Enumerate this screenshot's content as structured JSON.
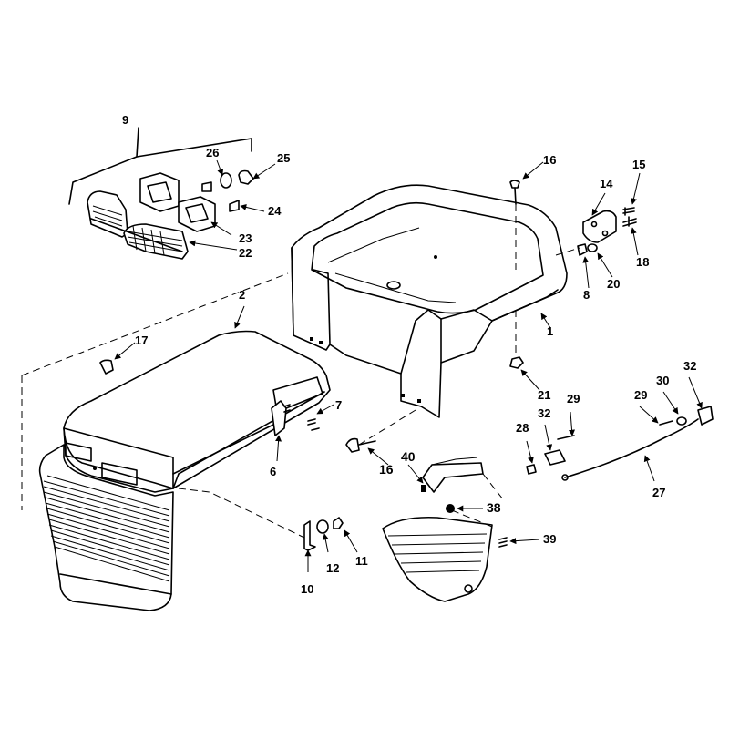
{
  "diagram": {
    "labels": [
      {
        "id": "label-1",
        "text": "1"
      },
      {
        "id": "label-2",
        "text": "2"
      },
      {
        "id": "label-6",
        "text": "6"
      },
      {
        "id": "label-7",
        "text": "7"
      },
      {
        "id": "label-8",
        "text": "8"
      },
      {
        "id": "label-9",
        "text": "9"
      },
      {
        "id": "label-10",
        "text": "10"
      },
      {
        "id": "label-11",
        "text": "11"
      },
      {
        "id": "label-12",
        "text": "12"
      },
      {
        "id": "label-14",
        "text": "14"
      },
      {
        "id": "label-15",
        "text": "15"
      },
      {
        "id": "label-16-top",
        "text": "16"
      },
      {
        "id": "label-16-mid",
        "text": "16"
      },
      {
        "id": "label-17",
        "text": "17"
      },
      {
        "id": "label-18",
        "text": "18"
      },
      {
        "id": "label-20",
        "text": "20"
      },
      {
        "id": "label-21",
        "text": "21"
      },
      {
        "id": "label-22",
        "text": "22"
      },
      {
        "id": "label-23",
        "text": "23"
      },
      {
        "id": "label-24",
        "text": "24"
      },
      {
        "id": "label-25",
        "text": "25"
      },
      {
        "id": "label-26",
        "text": "26"
      },
      {
        "id": "label-27",
        "text": "27"
      },
      {
        "id": "label-28",
        "text": "28"
      },
      {
        "id": "label-29-a",
        "text": "29"
      },
      {
        "id": "label-29-b",
        "text": "29"
      },
      {
        "id": "label-30",
        "text": "30"
      },
      {
        "id": "label-32-a",
        "text": "32"
      },
      {
        "id": "label-32-b",
        "text": "32"
      },
      {
        "id": "label-38",
        "text": "38"
      },
      {
        "id": "label-39",
        "text": "39"
      },
      {
        "id": "label-40",
        "text": "40"
      }
    ]
  }
}
